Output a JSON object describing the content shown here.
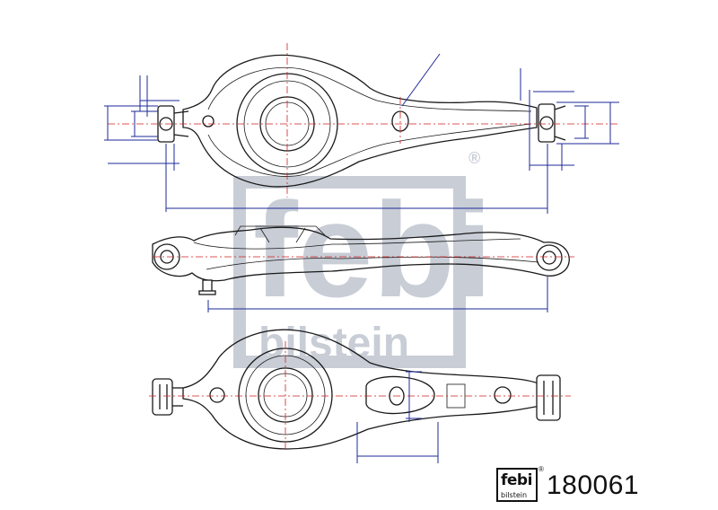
{
  "brand": {
    "watermark_word": "febi",
    "watermark_sub": "bilstein",
    "logo_word": "febi",
    "logo_sub": "bilstein",
    "registered_mark": "®"
  },
  "part_number": "180061",
  "colors": {
    "outline": "#1a1a1a",
    "dimension_lines": "#1e2a9a",
    "centerlines": "#d21f1f",
    "watermark": "#c8cdd6"
  }
}
